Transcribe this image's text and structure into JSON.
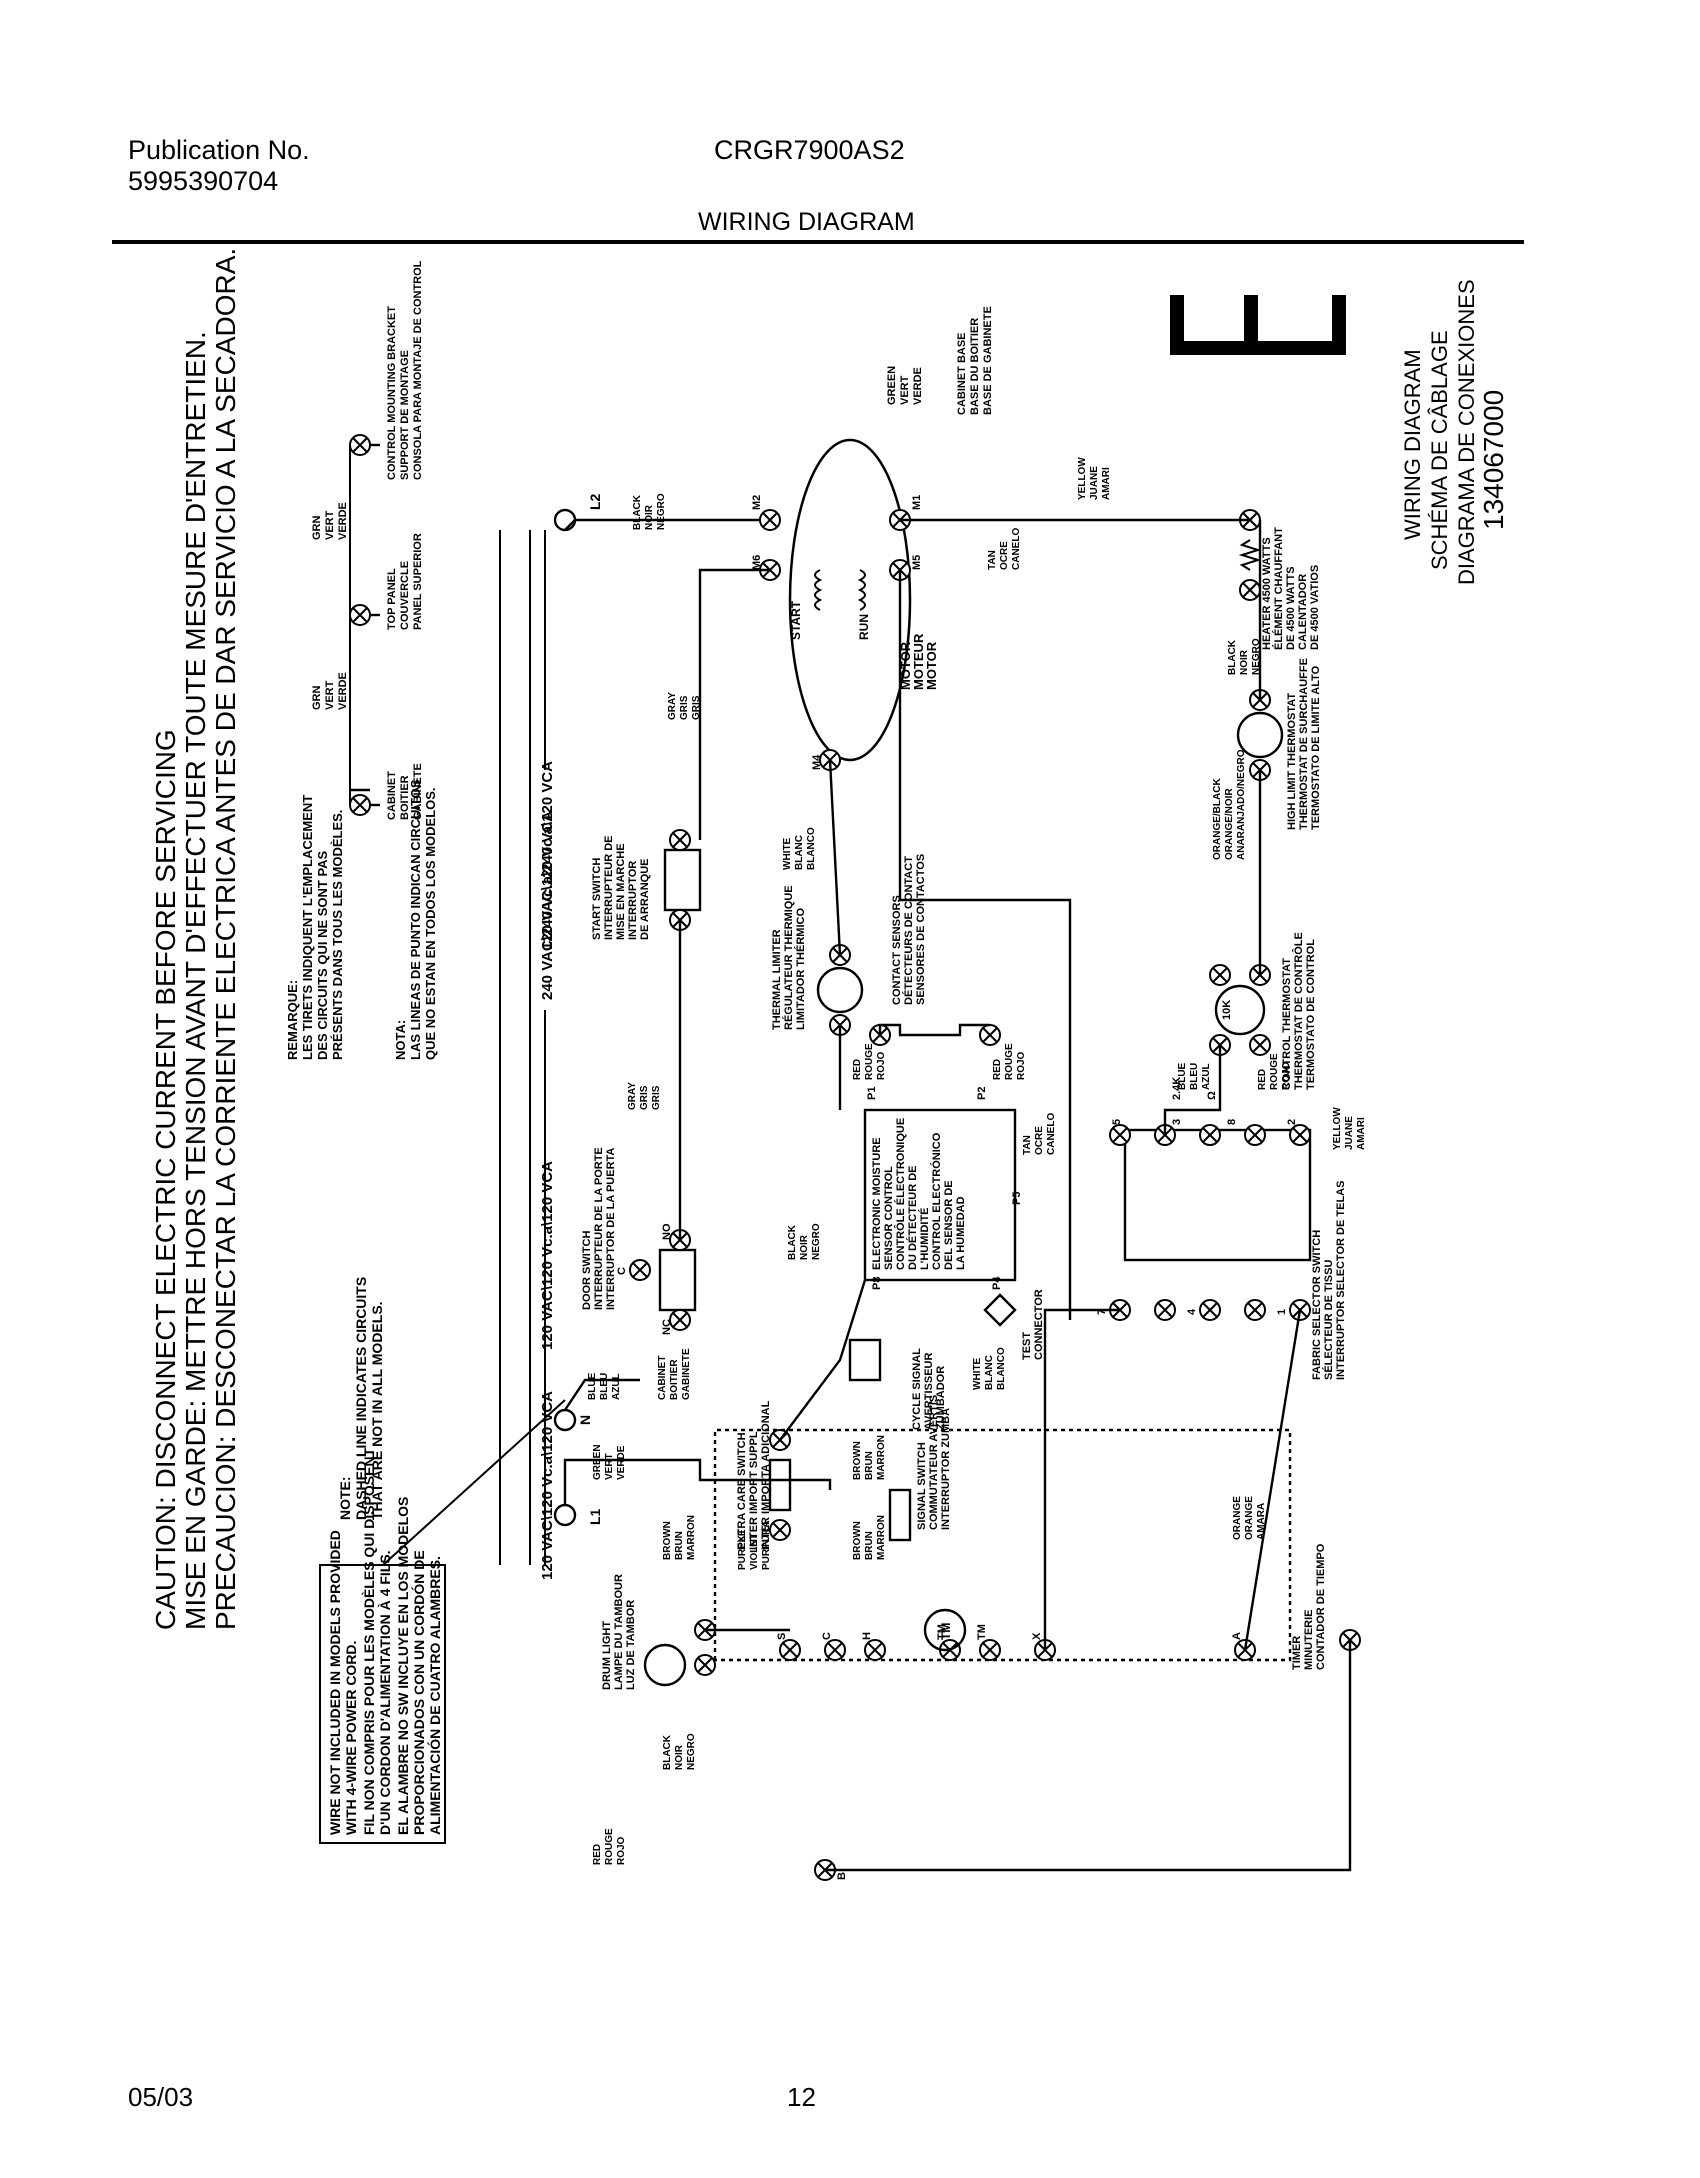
{
  "header": {
    "publication_label": "Publication No.",
    "publication_number": "5995390704",
    "model": "CRGR7900AS2",
    "title": "WIRING DIAGRAM"
  },
  "footer": {
    "date": "05/03",
    "page": "12"
  },
  "caution": [
    "CAUTION: DISCONNECT ELECTRIC CURRENT BEFORE SERVICING",
    "MISE EN GARDE: METTRE HORS TENSION AVANT D'EFFECTUER TOUTE MESURE D'ENTRETIEN.",
    "PRECAUCION: DESCONECTAR LA CORRIENTE ELECTRICA ANTES DE DAR SERVICIO A LA SECADORA."
  ],
  "notes": {
    "note_en": [
      "NOTE:",
      "DASHED LINE INDICATES CIRCUITS",
      "THAT ARE NOT IN ALL MODELS."
    ],
    "note_fr": [
      "REMARQUE:",
      "LES TIRETS INDIQUENT L'EMPLACEMENT",
      "DES CIRCUITS QUI NE SONT PAS",
      "PRÉSENTS DANS TOUS LES MODÈLES."
    ],
    "note_es": [
      "NOTA:",
      "LAS LINEAS DE PUNTO INDICAN CIRCUITOS",
      "QUE NO ESTAN EN TODOS LOS MODELOS."
    ]
  },
  "wire_note": [
    "WIRE NOT INCLUDED IN MODELS PROVIDED",
    "WITH 4-WIRE POWER CORD.",
    "FIL NON COMPRIS POUR LES MODÈLES QUI DISPOSENT",
    "D'UN CORDON D'ALIMENTATION À 4 FILS.",
    "EL ALAMBRE NO SW INCLUYE EN LOS MODELOS",
    "PROPORCIONADOS CON UN CORDÓN DE",
    "ALIMENTACIÓN DE CUATRO ALAMBRES."
  ],
  "side_title": [
    "WIRING DIAGRAM",
    "SCHÉMA DE CÂBLAGE",
    "DIAGRAMA DE CONEXIONES",
    "134067000"
  ],
  "grounds": {
    "cabinet": [
      "CABINET",
      "BOITIER",
      "GABINETE"
    ],
    "top_panel": [
      "TOP PANEL",
      "COUVERCLE",
      "PANEL SUPERIOR"
    ],
    "control_bracket": [
      "CONTROL MOUNTING BRACKET",
      "SUPPORT DE MONTAGE",
      "CONSOLA PARA MONTAJE DE CONTROL"
    ],
    "grn1": [
      "GRN",
      "VERT",
      "VERDE"
    ],
    "grn2": [
      "GRN",
      "VERT",
      "VERDE"
    ],
    "cabinet_base": [
      "CABINET BASE",
      "BASE DU BOITIER",
      "BASE DE GABINETE"
    ],
    "green": [
      "GREEN",
      "VERT",
      "VERDE"
    ]
  },
  "voltages": {
    "v240": "240 VAC\\240 Vc.a\\240 VCA",
    "v120_top": "120 VAC\\120 Vc.a\\120 VCA",
    "v120_mid": "120 VAC\\120 Vc.a\\120 VCA",
    "v120_bot": "120 VAC\\120 Vc.a\\120 VCA"
  },
  "terminals": {
    "L1": "L1",
    "L2": "L2",
    "N": "N",
    "M1": "M1",
    "M2": "M2",
    "M4": "M4",
    "M5": "M5",
    "M6": "M6",
    "NO": "NO",
    "NC": "NC",
    "C": "C",
    "P1": "P1",
    "P2": "P2",
    "P4": "P4",
    "P5": "P5",
    "P8": "P8",
    "S": "S",
    "Cx": "C",
    "H": "H",
    "TM1": "TM",
    "TM2": "TM",
    "X": "X",
    "A": "A",
    "B": "B",
    "t1": "1",
    "t2": "2",
    "t3": "3",
    "t4": "4",
    "t5": "5",
    "t7": "7",
    "t8": "8"
  },
  "components": {
    "motor": [
      "MOTOR",
      "MOTEUR",
      "MOTOR"
    ],
    "start": "START",
    "run": "RUN",
    "start_switch": [
      "START SWITCH",
      "INTERRUPTEUR DE",
      "MISE EN MARCHE",
      "INTERRUPTOR",
      "DE ARRANQUE"
    ],
    "door_switch": [
      "DOOR SWITCH",
      "INTERRUPTEUR DE LA PORTE",
      "INTERRUPTOR DE LA PUERTA"
    ],
    "thermal_limiter": [
      "THERMAL LIMITER",
      "RÉGULATEUR THERMIQUE",
      "LIMITADOR THÉRMICO"
    ],
    "contact_sensors": [
      "CONTACT SENSORS",
      "DÉTECTEURS DE CONTACT",
      "SENSORES DE CONTACTOS"
    ],
    "moisture_control": [
      "ELECTRONIC MOISTURE",
      "SENSOR CONTROL",
      "CONTRÔLE ÉLECTRONIQUE",
      "DU DÉTECTEUR DE",
      "L'HUMIDITÉ",
      "CONTROL ELECTRÓNICO",
      "DEL SENSOR DE",
      "LA HUMEDAD"
    ],
    "test_connector": [
      "TEST",
      "CONNECTOR"
    ],
    "cycle_signal": [
      "CYCLE SIGNAL",
      "AVERTISSEUR",
      "ZUMBADOR"
    ],
    "signal_switch": [
      "SIGNAL SWITCH",
      "COMMUTATEUR AVERTIS",
      "INTERRUPTOR ZUMBA"
    ],
    "extra_care": [
      "EXTRA CARE SWITCH",
      "INTER IMPORT SUPPL",
      "INTER IMPORTA ADICIONAL"
    ],
    "drum_light": [
      "DRUM LIGHT",
      "LAMPE DU TAMBOUR",
      "LUZ DE TAMBOR"
    ],
    "heater": [
      "HEATER 4500 WATTS",
      "ÉLÉMENT CHAUFFANT",
      "DE 4500 WATTS",
      "CALENTADOR",
      "DE 4500 VATIOS"
    ],
    "high_limit": [
      "HIGH LIMIT THERMOSTAT",
      "THERMOSTAT DE SURCHAUFFE",
      "TERMOSTATO DE LIMITE ALTO"
    ],
    "control_thermostat": [
      "CONTROL THERMOSTAT",
      "THERMOSTAT DE CONTRÔLE",
      "TERMOSTATO DE CONTROL"
    ],
    "ten_k": "10K",
    "two_four_k": "2.4K",
    "ohm": "Ω",
    "fabric_selector": [
      "FABRIC SELECTOR SWITCH",
      "SÉLECTEUR DE TISSU",
      "INTERRUPTOR SELECTOR DE TELAS"
    ],
    "timer": [
      "TIMER",
      "MINUTERIE",
      "CONTADOR DE TIEMPO"
    ],
    "tm": "TM"
  },
  "wires": {
    "black_l2": [
      "BLACK",
      "NOIR",
      "NEGRO"
    ],
    "yellow_top": [
      "YELLOW",
      "JUANE",
      "AMARI"
    ],
    "tan_top": [
      "TAN",
      "OCRE",
      "CANELO"
    ],
    "gray_top": [
      "GRAY",
      "GRIS",
      "GRIS"
    ],
    "white_top": [
      "WHITE",
      "BLANC",
      "BLANCO"
    ],
    "black_heater": [
      "BLACK",
      "NOIR",
      "NEGRO"
    ],
    "orange_black": [
      "ORANGE/BLACK",
      "ORANGE/NOIR",
      "ANARANJADO/NEGRO"
    ],
    "red_p1": [
      "RED",
      "ROUGE",
      "ROJO"
    ],
    "red_p2": [
      "RED",
      "ROUGE",
      "ROJO"
    ],
    "gray_mid": [
      "GRAY",
      "GRIS",
      "GRIS"
    ],
    "tan_mid": [
      "TAN",
      "OCRE",
      "CANELO"
    ],
    "blue_mid": [
      "BLUE",
      "BLEU",
      "AZUL"
    ],
    "red_mid": [
      "RED",
      "ROUGE",
      "ROJO"
    ],
    "yellow_mid": [
      "YELLOW",
      "JUANE",
      "AMARI"
    ],
    "black_p8": [
      "BLACK",
      "NOIR",
      "NEGRO"
    ],
    "blue_n": [
      "BLUE",
      "BLEU",
      "AZUL"
    ],
    "cabinet_n": [
      "CABINET",
      "BOITIER",
      "GABINETE"
    ],
    "green_n": [
      "GREEN",
      "VERT",
      "VERDE"
    ],
    "brown_n": [
      "BROWN",
      "BRUN",
      "MARRON"
    ],
    "brown_sig": [
      "BROWN",
      "BRUN",
      "MARRON"
    ],
    "brown_h": [
      "BROWN",
      "BRUN",
      "MARRON"
    ],
    "white_tm": [
      "WHITE",
      "BLANC",
      "BLANCO"
    ],
    "purple": [
      "PURPLE",
      "VIOLET",
      "PURPURA"
    ],
    "orange": [
      "ORANGE",
      "ORANGE",
      "AMARA"
    ],
    "black_l1": [
      "BLACK",
      "NOIR",
      "NEGRO"
    ],
    "red_l1": [
      "RED",
      "ROUGE",
      "ROJO"
    ]
  }
}
